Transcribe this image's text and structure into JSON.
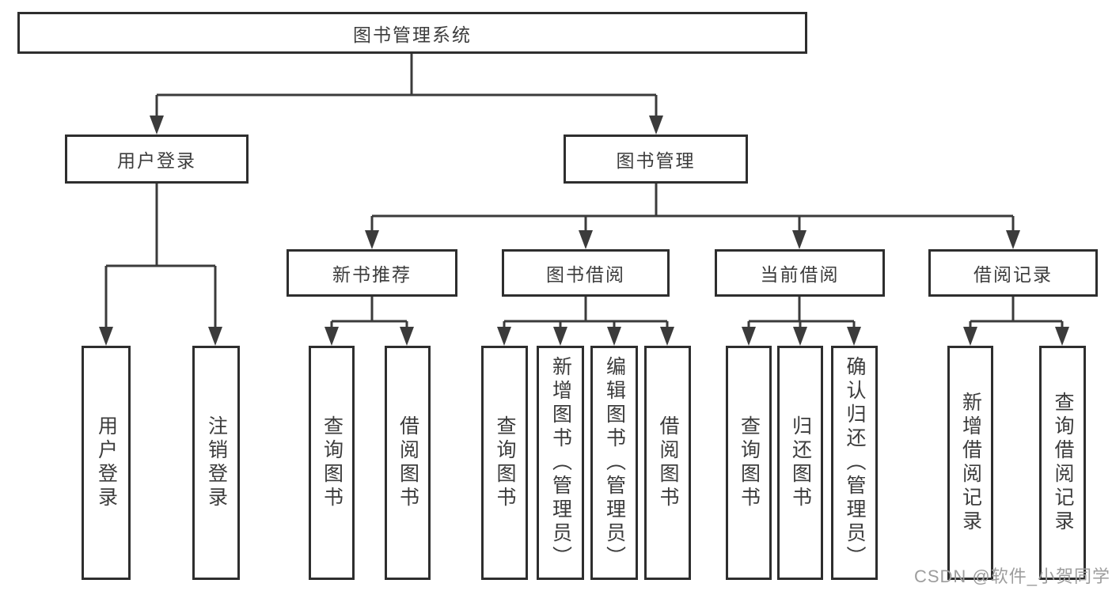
{
  "tree": {
    "label": "图书管理系统",
    "children": [
      {
        "label": "用户登录",
        "children": [
          {
            "label": "用户登录"
          },
          {
            "label": "注销登录"
          }
        ]
      },
      {
        "label": "图书管理",
        "children": [
          {
            "label": "新书推荐",
            "children": [
              {
                "label": "查询图书"
              },
              {
                "label": "借阅图书"
              }
            ]
          },
          {
            "label": "图书借阅",
            "children": [
              {
                "label": "查询图书"
              },
              {
                "label": "新增图书（管理员）"
              },
              {
                "label": "编辑图书（管理员）"
              },
              {
                "label": "借阅图书"
              }
            ]
          },
          {
            "label": "当前借阅",
            "children": [
              {
                "label": "查询图书"
              },
              {
                "label": "归还图书"
              },
              {
                "label": "确认归还（管理员）"
              }
            ]
          },
          {
            "label": "借阅记录",
            "children": [
              {
                "label": "新增借阅记录"
              },
              {
                "label": "查询借阅记录"
              }
            ]
          }
        ]
      }
    ]
  },
  "watermark": {
    "text": "CSDN @软件_小贺同学",
    "color": "#9d9d9d"
  },
  "colors": {
    "line": "#3b3b3b",
    "box_border": "#2e2e2e",
    "text": "#3c3c3c",
    "background": "#ffffff"
  }
}
